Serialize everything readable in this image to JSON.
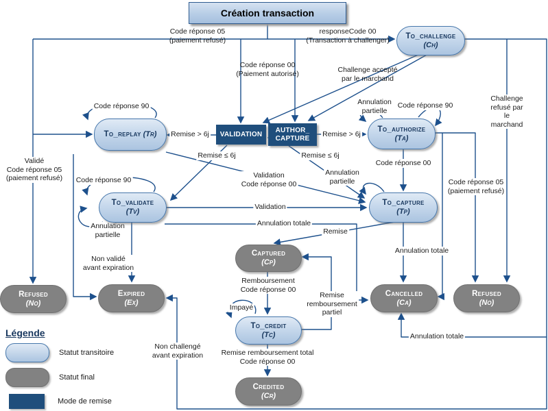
{
  "title": "Création transaction",
  "colors": {
    "transitoire": "#b8cce4",
    "final": "#828282",
    "mode_remise": "#1f4e7c",
    "line": "#1d508c"
  },
  "states": {
    "to_challenge": {
      "name": "To_challenge",
      "code": "(Ch)"
    },
    "to_replay": {
      "name": "To_replay",
      "code": "(Tr)"
    },
    "validation": {
      "name": "VALIDATION"
    },
    "author_capture": {
      "line1": "AUTHOR_",
      "line2": "CAPTURE"
    },
    "to_authorize": {
      "name": "To_authorize",
      "code": "(Ta)"
    },
    "to_validate": {
      "name": "To_validate",
      "code": "(Tv)"
    },
    "to_capture": {
      "name": "To_capture",
      "code": "(Tp)"
    },
    "captured": {
      "name": "Captured",
      "code": "(Cp)"
    },
    "to_credit": {
      "name": "To_credit",
      "code": "(Tc)"
    },
    "credited": {
      "name": "Credited",
      "code": "(Cr)"
    },
    "refused_left": {
      "name": "Refused",
      "code": "(No)"
    },
    "expired": {
      "name": "Expired",
      "code": "(Ex)"
    },
    "cancelled": {
      "name": "Cancelled",
      "code": "(Ca)"
    },
    "refused_right": {
      "name": "Refused",
      "code": "(No)"
    }
  },
  "edge_labels": {
    "create_refused": "Code réponse 05\n(paiement refusé)",
    "create_challenge": "responseCode 00\n(Transaction à challenger)",
    "create_auth": "Code réponse 00\n(Paiement autorisé)",
    "challenge_accepted": "Challenge accepté\npar le marchand",
    "challenge_refused": "Challenge\nrefusé par\nle marchand",
    "tr_loop": "Code réponse 90",
    "val_tr": "Remise > 6j",
    "ac_ta": "Remise > 6j",
    "ta_loop_left": "Annulation\npartielle",
    "ta_loop_right": "Code réponse 90",
    "ta_tp": "Code réponse 00",
    "ta_refused": "Code réponse 05\n(paiement refusé)",
    "tr_refused": "Validé\nCode réponse 05\n(paiement refusé)",
    "tv_loop_top": "Code réponse 90",
    "tv_loop_bottom": "Annulation\npartielle",
    "val_tv": "Remise ≤  6j",
    "ac_tp": "Remise ≤ 6j",
    "tr_tp": "Validation\nCode réponse 00",
    "tv_tp": "Validation",
    "tv_ca": "Annulation totale",
    "tp_loop": "Annulation\npartielle",
    "tp_captured": "Remise",
    "tp_ca": "Annulation totale",
    "tv_ex": "Non validé\navant expiration",
    "cp_tc": "Remboursement\nCode réponse 00",
    "tc_cp": "Remise\nremboursement\npartiel",
    "tc_loop": "Impayé",
    "tc_cr": "Remise remboursement total\nCode réponse 00",
    "ch_ex": "Non challengé\navant expiration",
    "ca_bottom": "Annulation totale"
  },
  "legend": {
    "title": "Légende",
    "items": [
      {
        "label": "Statut transitoire"
      },
      {
        "label": "Statut final"
      },
      {
        "label": "Mode de remise"
      }
    ]
  }
}
